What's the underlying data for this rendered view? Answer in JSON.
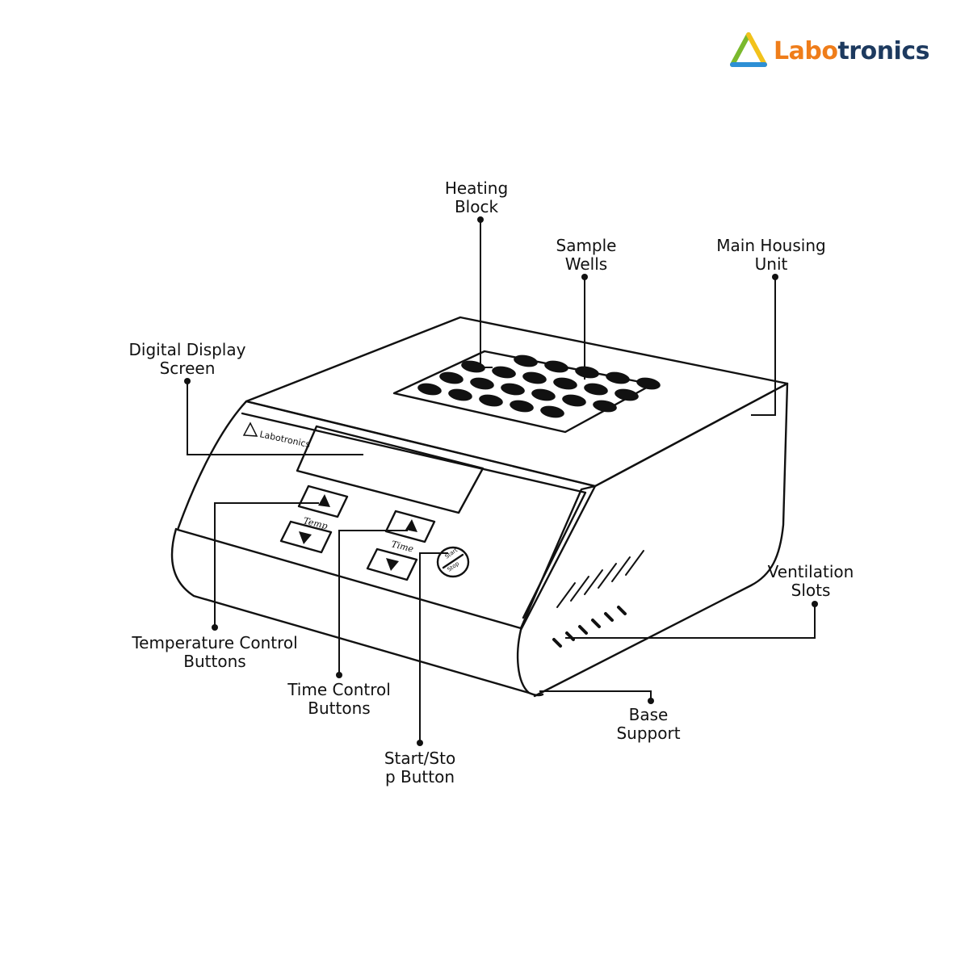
{
  "brand": {
    "part1": "Labo",
    "part2": "tronics",
    "colors": {
      "orange": "#ef7d1a",
      "navy": "#1d3a5f",
      "green": "#7ab92d",
      "yellow": "#f2c21b",
      "blue": "#2d8fd5"
    }
  },
  "device": {
    "panel_brand": "Labotronics",
    "temp_label": "Temp",
    "time_label": "Time",
    "startstop_top": "Start",
    "startstop_bottom": "Stop"
  },
  "labels": {
    "heating_block": [
      "Heating",
      "Block"
    ],
    "sample_wells": [
      "Sample",
      "Wells"
    ],
    "main_housing": [
      "Main Housing",
      "Unit"
    ],
    "digital_display": [
      "Digital Display",
      "Screen"
    ],
    "ventilation": [
      "Ventilation",
      "Slots"
    ],
    "temperature_control": [
      "Temperature Control",
      "Buttons"
    ],
    "time_control": [
      "Time Control",
      "Buttons"
    ],
    "base_support": [
      "Base",
      "Support"
    ],
    "start_stop": [
      "Start/Sto",
      "p Button"
    ]
  }
}
